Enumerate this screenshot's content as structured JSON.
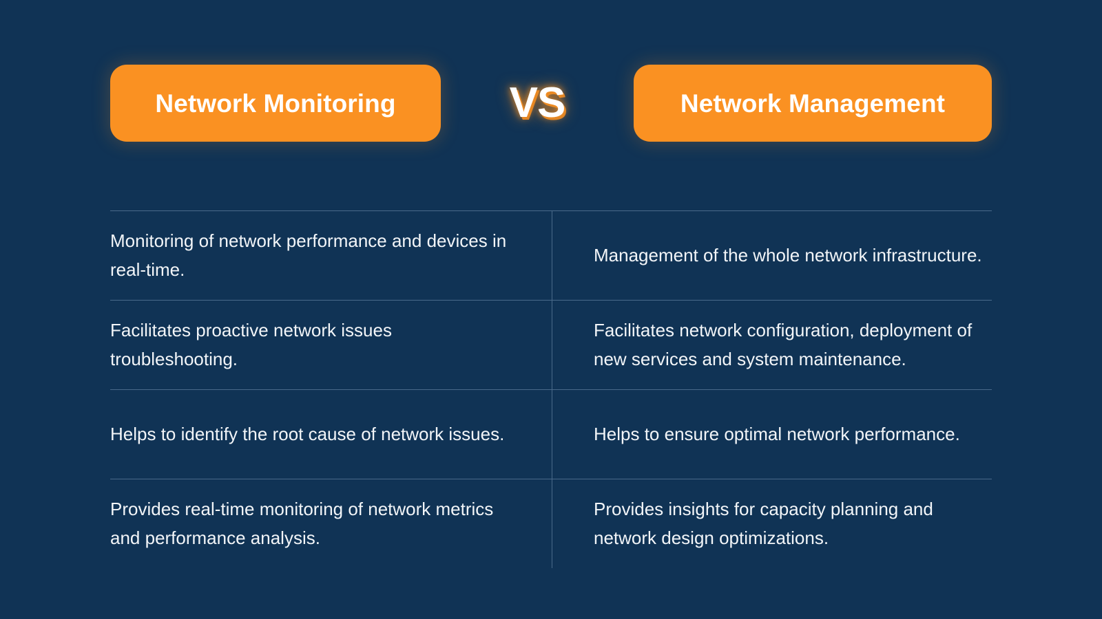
{
  "theme": {
    "background": "#103355",
    "accent": "#FA9122",
    "text": "#F2F5F8",
    "divider": "#4A6A8A"
  },
  "header": {
    "left_pill_label": "Network Monitoring",
    "versus_label": "VS",
    "right_pill_label": "Network Management"
  },
  "comparison": {
    "columns": [
      "Network Monitoring",
      "Network Management"
    ],
    "rows": [
      {
        "left": "Monitoring of network performance and devices in real-time.",
        "right": "Management of the whole network infrastructure."
      },
      {
        "left": "Facilitates proactive network issues troubleshooting.",
        "right": "Facilitates network configuration, deployment of new services and system maintenance."
      },
      {
        "left": "Helps to identify the root cause of network issues.",
        "right": "Helps to ensure optimal network performance."
      },
      {
        "left": "Provides real-time monitoring of network metrics and performance analysis.",
        "right": "Provides insights for capacity planning and network design optimizations."
      }
    ]
  }
}
